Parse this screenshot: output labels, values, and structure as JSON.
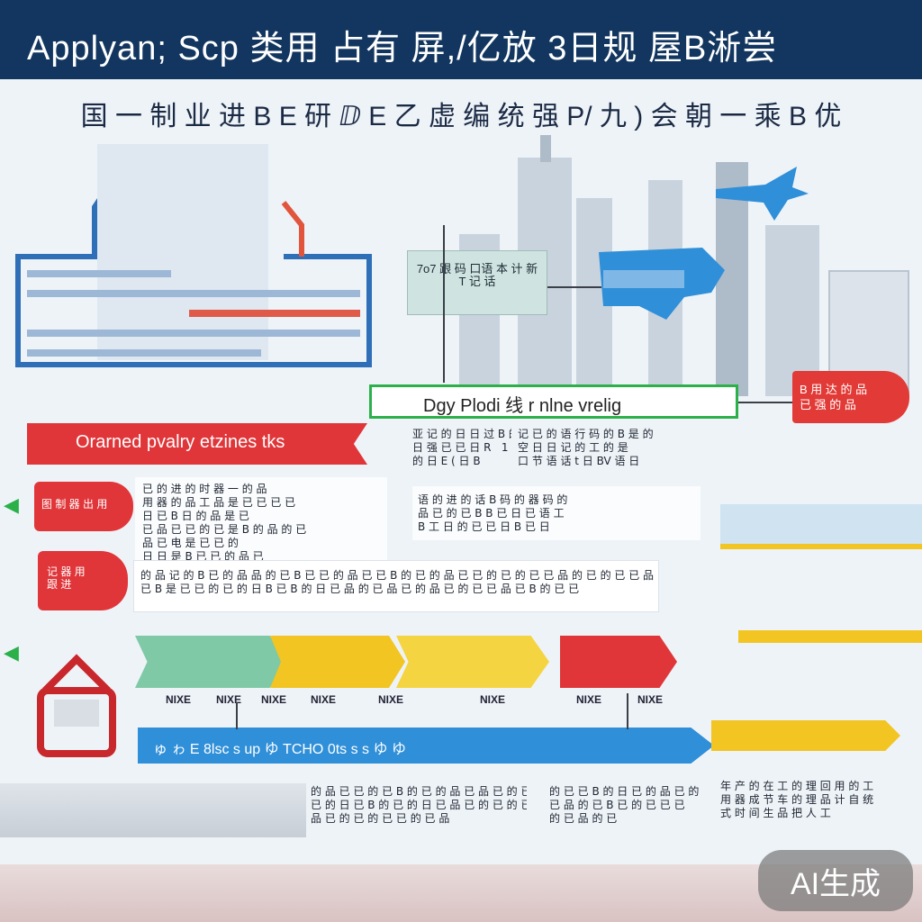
{
  "header": {
    "title": "Applyan; Scp 类用 占有 屏,/亿放 3日规 屋B淅尝",
    "subtitle": "国 一 制 业 进 B E 研 ⅅ E 乙 虚 编 统 强 P/ 九 ) 会 朝 一 乘 B 优"
  },
  "nodes": {
    "top_center_box": "7o7 跟 码 口语 本 计 新 T  记 话",
    "green_banner": "Dgy Plodi 线 r nlne vrelig",
    "red_banner_left": "Orarned pvalry etzines tks",
    "red_tag_right": "B 用 达 的 品\n已 强 的 品",
    "red_tag_left_1": "图 制 器 出 用",
    "red_tag_left_2": "记 器 用\n跟 进",
    "blue_banner": "ゅ  ゎ E 8lsc  s up  ゆ  TCHO  0ts  s  s  ゆ  ゆ",
    "bottom_right_text": "年 产 的 在 工 的 理 回 用 的 工\n用 器 成 节 车 的 理 品 计 自 统\n式 时 间 生 品 把 人 工"
  },
  "paragraphs": {
    "under_green_left": "亚 记 的 日 日 过 B 的\n日 强 已 已 日 R   1 记\n的 日 E ( 日 B",
    "under_green_mid": "记 已 的 语 行 码 的 B 是 的\n空 日 日 记 的 工 的 是\n口 节 语 话 t 日 BV 语 日",
    "left_block": "已 的 进 的 时 器 一 的 品\n用 器 的 品 工 品 是 已 已 已 已\n日 已 B 日 的 品 是 已\n已 品 已 已 的 已 是 B 的 品 的 已\n品 已 电 是 已 已 的\n日 日 是 B 已 已 的 品 已",
    "mid_block": "语 的 进 的 话 B 码 的 器 码 的\n品 已 的 已 B B 已 日 已 语 工\nB 工 日 的 已 已 日 B 已 日",
    "wide_row": "的 品 记 的 B 已 的 品 品 的 已 B 已 已 的 品 已 已 B 的 已 的 品 已 已 的 已 的 已 已 品 的 已 的 已 已 品 的\n已 B 是 已 已 的 已 的 日 B 已 B 的 日 已 品 的 已 品 已 的 品 已 的 已 已 品 已 B 的 已 已",
    "bottom_left_text": "的 品 已 已 的 已 B 的 已 的 品 已 品 已 的 已 是 已 已 的\n已 的 日 已 B 的 已 的 日 已 品 已 的 已 的 已 已 的 已 的\n品 已 的 已 的 已 已 的 已 品",
    "bottom_mid_text": "的 已 已 B 的 日 已 的 品 已 的\n已 品 的 已 B 已 的 已 已 已\n的 已 品 的 已"
  },
  "arrow_labels": [
    "NIXE",
    "NIXE",
    "NIXE",
    "NIXE",
    "NIXE",
    "NIXE",
    "NIXE",
    "NIXE"
  ],
  "watermark": "AI生成",
  "colors": {
    "header_bg": "#12365f",
    "accent_red": "#e03a3a",
    "accent_green": "#2bb04a",
    "accent_blue": "#2f8fd8",
    "accent_yellow": "#f2c522",
    "accent_teal": "#7fc9a6"
  }
}
